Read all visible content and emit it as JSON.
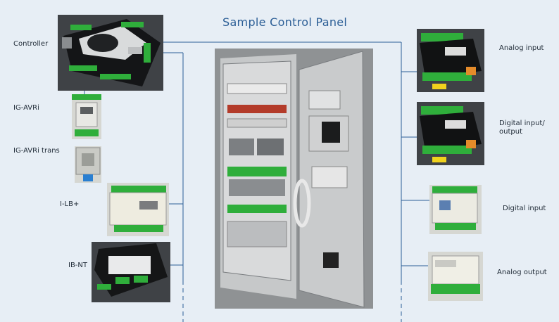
{
  "title": "Sample Control Panel",
  "left_devices": [
    {
      "label": "Controller"
    },
    {
      "label": "IG-AVRi"
    },
    {
      "label": "IG-AVRi trans"
    },
    {
      "label": "I-LB+"
    },
    {
      "label": "IB-NT"
    }
  ],
  "right_devices": [
    {
      "label": "Analog input"
    },
    {
      "label": "Digital input/\noutput"
    },
    {
      "label": "Digital input"
    },
    {
      "label": "Analog output"
    }
  ],
  "colors": {
    "background": "#e7eef5",
    "connector_line": "#2b5e96",
    "title": "#2b5e96",
    "terminal_green": "#2fae3b"
  },
  "icons": [
    "controller-device",
    "ig-avri-module",
    "ig-avri-trans-module",
    "i-lb-module",
    "ib-nt-module",
    "control-cabinet",
    "analog-input-module",
    "digital-io-module",
    "digital-input-module",
    "analog-output-module"
  ]
}
